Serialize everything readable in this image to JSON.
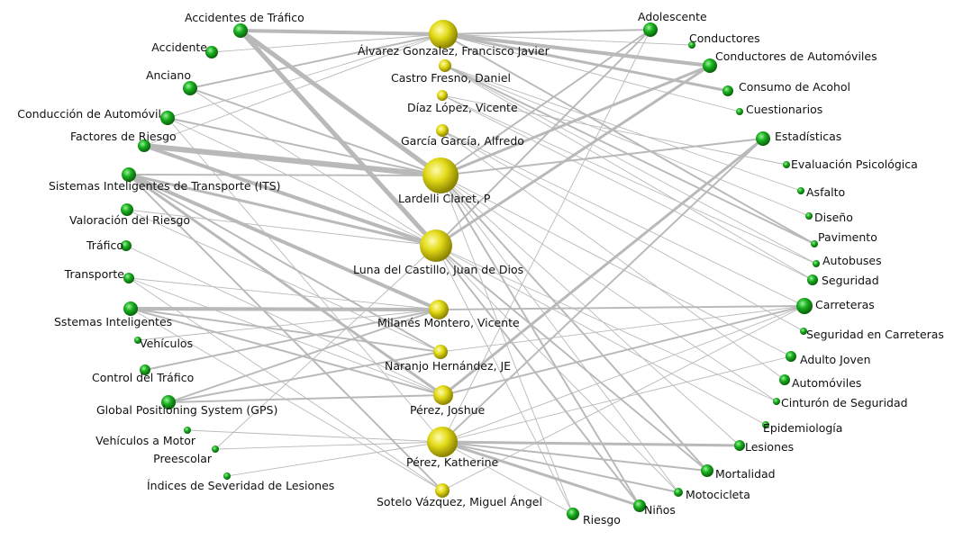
{
  "colors": {
    "author_node": "#d6cf10",
    "keyword_node": "#15a51a",
    "edge": "#b9b9b9",
    "background": "#ffffff"
  },
  "authors": [
    {
      "id": "a_alvarez",
      "label": "Álvarez Gonzalez, Francisco Javier"
    },
    {
      "id": "a_castro",
      "label": "Castro Fresno, Daniel"
    },
    {
      "id": "a_diaz",
      "label": "Díaz López, Vicente"
    },
    {
      "id": "a_garcia",
      "label": "García García, Alfredo"
    },
    {
      "id": "a_lardelli",
      "label": "Lardelli Claret, P"
    },
    {
      "id": "a_luna",
      "label": "Luna del Castillo, Juan de Dios"
    },
    {
      "id": "a_milanes",
      "label": "Milanés Montero, Vicente"
    },
    {
      "id": "a_naranjo",
      "label": "Naranjo Hernández, JE"
    },
    {
      "id": "a_perezj",
      "label": "Pérez, Joshue"
    },
    {
      "id": "a_perezk",
      "label": "Pérez, Katherine"
    },
    {
      "id": "a_sotelo",
      "label": "Sotelo Vázquez, Miguel Ángel"
    }
  ],
  "keywords_left": [
    {
      "id": "k_acctraf",
      "label": "Accidentes de Tráfico"
    },
    {
      "id": "k_accidente",
      "label": "Accidente"
    },
    {
      "id": "k_anciano",
      "label": "Anciano"
    },
    {
      "id": "k_conduccion",
      "label": "Conducción de Automóvil"
    },
    {
      "id": "k_factores",
      "label": "Factores de Riesgo"
    },
    {
      "id": "k_its",
      "label": "Sistemas Inteligentes de Transporte (ITS)"
    },
    {
      "id": "k_valoracion",
      "label": "Valoración del Riesgo"
    },
    {
      "id": "k_trafico",
      "label": "Tráfico"
    },
    {
      "id": "k_transporte",
      "label": "Transporte"
    },
    {
      "id": "k_sstemas",
      "label": "Sstemas Inteligentes"
    },
    {
      "id": "k_vehiculos",
      "label": "Vehículos"
    },
    {
      "id": "k_control",
      "label": "Control del Tráfico"
    },
    {
      "id": "k_gps",
      "label": "Global Positioning System (GPS)"
    },
    {
      "id": "k_vehmotor",
      "label": "Vehículos a Motor"
    },
    {
      "id": "k_preescolar",
      "label": "Preescolar"
    },
    {
      "id": "k_indices",
      "label": "Índices de Severidad de Lesiones"
    }
  ],
  "keywords_right": [
    {
      "id": "k_adolescente",
      "label": "Adolescente"
    },
    {
      "id": "k_conductores",
      "label": "Conductores"
    },
    {
      "id": "k_condauto",
      "label": "Conductores de Automóviles"
    },
    {
      "id": "k_consumo",
      "label": "Consumo de Acohol"
    },
    {
      "id": "k_cuestionarios",
      "label": "Cuestionarios"
    },
    {
      "id": "k_estadisticas",
      "label": "Estadísticas"
    },
    {
      "id": "k_evalpsico",
      "label": "Evaluación Psicológica"
    },
    {
      "id": "k_asfalto",
      "label": "Asfalto"
    },
    {
      "id": "k_diseno",
      "label": "Diseño"
    },
    {
      "id": "k_pavimento",
      "label": "Pavimento"
    },
    {
      "id": "k_autobuses",
      "label": "Autobuses"
    },
    {
      "id": "k_seguridad",
      "label": "Seguridad"
    },
    {
      "id": "k_carreteras",
      "label": "Carreteras"
    },
    {
      "id": "k_segcarr",
      "label": "Seguridad en Carreteras"
    },
    {
      "id": "k_adultojoven",
      "label": "Adulto Joven"
    },
    {
      "id": "k_automoviles",
      "label": "Automóviles"
    },
    {
      "id": "k_cinturon",
      "label": "Cinturón de Seguridad"
    },
    {
      "id": "k_epidemiologia",
      "label": "Epidemiología"
    },
    {
      "id": "k_lesiones",
      "label": "Lesiones"
    },
    {
      "id": "k_mortalidad",
      "label": "Mortalidad"
    },
    {
      "id": "k_motocicleta",
      "label": "Motocicleta"
    },
    {
      "id": "k_ninos",
      "label": "Niños"
    },
    {
      "id": "k_riesgo",
      "label": "Riesgo"
    }
  ],
  "edges": [
    {
      "from": "a_alvarez",
      "to": "k_acctraf",
      "weight": 4
    },
    {
      "from": "a_alvarez",
      "to": "k_accidente",
      "weight": 1
    },
    {
      "from": "a_alvarez",
      "to": "k_anciano",
      "weight": 2
    },
    {
      "from": "a_alvarez",
      "to": "k_adolescente",
      "weight": 2
    },
    {
      "from": "a_alvarez",
      "to": "k_conductores",
      "weight": 1
    },
    {
      "from": "a_alvarez",
      "to": "k_condauto",
      "weight": 4
    },
    {
      "from": "a_alvarez",
      "to": "k_consumo",
      "weight": 3
    },
    {
      "from": "a_alvarez",
      "to": "k_cuestionarios",
      "weight": 1
    },
    {
      "from": "a_alvarez",
      "to": "k_factores",
      "weight": 1
    },
    {
      "from": "a_alvarez",
      "to": "k_conduccion",
      "weight": 1
    },
    {
      "from": "a_alvarez",
      "to": "k_pavimento",
      "weight": 2
    },
    {
      "from": "a_lardelli",
      "to": "k_acctraf",
      "weight": 5
    },
    {
      "from": "a_lardelli",
      "to": "k_factores",
      "weight": 6
    },
    {
      "from": "a_lardelli",
      "to": "k_its",
      "weight": 2
    },
    {
      "from": "a_lardelli",
      "to": "k_conduccion",
      "weight": 2
    },
    {
      "from": "a_lardelli",
      "to": "k_anciano",
      "weight": 2
    },
    {
      "from": "a_lardelli",
      "to": "k_condauto",
      "weight": 3
    },
    {
      "from": "a_lardelli",
      "to": "k_adolescente",
      "weight": 2
    },
    {
      "from": "a_lardelli",
      "to": "k_estadisticas",
      "weight": 2
    },
    {
      "from": "a_lardelli",
      "to": "k_cinturon",
      "weight": 1
    },
    {
      "from": "a_lardelli",
      "to": "k_adultojoven",
      "weight": 1
    },
    {
      "from": "a_lardelli",
      "to": "k_lesiones",
      "weight": 1
    },
    {
      "from": "a_lardelli",
      "to": "k_mortalidad",
      "weight": 2
    },
    {
      "from": "a_lardelli",
      "to": "k_ninos",
      "weight": 2
    },
    {
      "from": "a_lardelli",
      "to": "k_riesgo",
      "weight": 1
    },
    {
      "from": "a_lardelli",
      "to": "k_motocicleta",
      "weight": 1
    },
    {
      "from": "a_luna",
      "to": "k_acctraf",
      "weight": 5
    },
    {
      "from": "a_luna",
      "to": "k_factores",
      "weight": 4
    },
    {
      "from": "a_luna",
      "to": "k_its",
      "weight": 3
    },
    {
      "from": "a_luna",
      "to": "k_conduccion",
      "weight": 1
    },
    {
      "from": "a_luna",
      "to": "k_anciano",
      "weight": 1
    },
    {
      "from": "a_luna",
      "to": "k_valoracion",
      "weight": 1
    },
    {
      "from": "a_luna",
      "to": "k_condauto",
      "weight": 3
    },
    {
      "from": "a_luna",
      "to": "k_adolescente",
      "weight": 2
    },
    {
      "from": "a_luna",
      "to": "k_mortalidad",
      "weight": 2
    },
    {
      "from": "a_luna",
      "to": "k_ninos",
      "weight": 2
    },
    {
      "from": "a_luna",
      "to": "k_riesgo",
      "weight": 1
    },
    {
      "from": "a_luna",
      "to": "k_motocicleta",
      "weight": 1
    },
    {
      "from": "a_luna",
      "to": "k_cinturon",
      "weight": 1
    },
    {
      "from": "a_luna",
      "to": "k_epidemiologia",
      "weight": 1
    },
    {
      "from": "a_luna",
      "to": "k_preescolar",
      "weight": 1
    },
    {
      "from": "a_milanes",
      "to": "k_its",
      "weight": 4
    },
    {
      "from": "a_milanes",
      "to": "k_sstemas",
      "weight": 4
    },
    {
      "from": "a_milanes",
      "to": "k_control",
      "weight": 2
    },
    {
      "from": "a_milanes",
      "to": "k_gps",
      "weight": 2
    },
    {
      "from": "a_milanes",
      "to": "k_transporte",
      "weight": 1
    },
    {
      "from": "a_milanes",
      "to": "k_carreteras",
      "weight": 2
    },
    {
      "from": "a_milanes",
      "to": "k_vehiculos",
      "weight": 1
    },
    {
      "from": "a_naranjo",
      "to": "k_its",
      "weight": 2
    },
    {
      "from": "a_naranjo",
      "to": "k_sstemas",
      "weight": 2
    },
    {
      "from": "a_naranjo",
      "to": "k_gps",
      "weight": 2
    },
    {
      "from": "a_naranjo",
      "to": "k_carreteras",
      "weight": 1
    },
    {
      "from": "a_naranjo",
      "to": "k_valoracion",
      "weight": 1
    },
    {
      "from": "a_perezj",
      "to": "k_its",
      "weight": 3
    },
    {
      "from": "a_perezj",
      "to": "k_sstemas",
      "weight": 2
    },
    {
      "from": "a_perezj",
      "to": "k_gps",
      "weight": 2
    },
    {
      "from": "a_perezj",
      "to": "k_transporte",
      "weight": 1
    },
    {
      "from": "a_perezj",
      "to": "k_carreteras",
      "weight": 2
    },
    {
      "from": "a_perezj",
      "to": "k_estadisticas",
      "weight": 3
    },
    {
      "from": "a_perezj",
      "to": "k_trafico",
      "weight": 1
    },
    {
      "from": "a_perezk",
      "to": "k_lesiones",
      "weight": 3
    },
    {
      "from": "a_perezk",
      "to": "k_ninos",
      "weight": 3
    },
    {
      "from": "a_perezk",
      "to": "k_mortalidad",
      "weight": 2
    },
    {
      "from": "a_perezk",
      "to": "k_motocicleta",
      "weight": 2
    },
    {
      "from": "a_perezk",
      "to": "k_riesgo",
      "weight": 1
    },
    {
      "from": "a_perezk",
      "to": "k_carreteras",
      "weight": 1
    },
    {
      "from": "a_perezk",
      "to": "k_adultojoven",
      "weight": 1
    },
    {
      "from": "a_perezk",
      "to": "k_vehmotor",
      "weight": 1
    },
    {
      "from": "a_perezk",
      "to": "k_indices",
      "weight": 1
    },
    {
      "from": "a_perezk",
      "to": "k_preescolar",
      "weight": 1
    },
    {
      "from": "a_perezk",
      "to": "k_estadisticas",
      "weight": 2
    },
    {
      "from": "a_perezk",
      "to": "k_adolescente",
      "weight": 1
    },
    {
      "from": "a_perezk",
      "to": "k_conduccion",
      "weight": 1
    },
    {
      "from": "a_castro",
      "to": "k_asfalto",
      "weight": 1
    },
    {
      "from": "a_castro",
      "to": "k_diseno",
      "weight": 1
    },
    {
      "from": "a_castro",
      "to": "k_pavimento",
      "weight": 2
    },
    {
      "from": "a_castro",
      "to": "k_autobuses",
      "weight": 1
    },
    {
      "from": "a_castro",
      "to": "k_seguridad",
      "weight": 1
    },
    {
      "from": "a_diaz",
      "to": "k_seguridad",
      "weight": 1
    },
    {
      "from": "a_diaz",
      "to": "k_autobuses",
      "weight": 1
    },
    {
      "from": "a_diaz",
      "to": "k_evalpsico",
      "weight": 1
    },
    {
      "from": "a_garcia",
      "to": "k_carreteras",
      "weight": 1
    },
    {
      "from": "a_garcia",
      "to": "k_segcarr",
      "weight": 1
    },
    {
      "from": "a_garcia",
      "to": "k_automoviles",
      "weight": 1
    },
    {
      "from": "a_sotelo",
      "to": "k_its",
      "weight": 2
    },
    {
      "from": "a_sotelo",
      "to": "k_sstemas",
      "weight": 1
    },
    {
      "from": "a_sotelo",
      "to": "k_carreteras",
      "weight": 1
    },
    {
      "from": "a_sotelo",
      "to": "k_transporte",
      "weight": 1
    }
  ]
}
